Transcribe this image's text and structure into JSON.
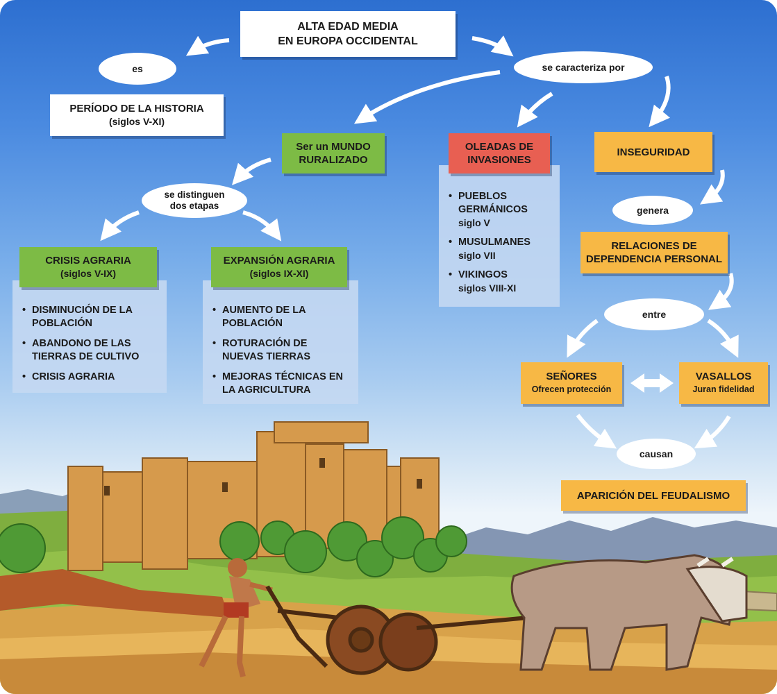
{
  "title": {
    "line1": "ALTA EDAD MEDIA",
    "line2": "EN EUROPA OCCIDENTAL"
  },
  "connectors": {
    "es": "es",
    "se_caracteriza": "se caracteriza por",
    "se_distinguen_1": "se distinguen",
    "se_distinguen_2": "dos etapas",
    "genera": "genera",
    "entre": "entre",
    "causan": "causan"
  },
  "periodo": {
    "line1": "PERÍODO DE LA HISTORIA",
    "line2": "(siglos V-XI)"
  },
  "mundo": {
    "line1": "Ser un MUNDO",
    "line2": "RURALIZADO"
  },
  "oleadas": {
    "line1": "OLEADAS DE",
    "line2": "INVASIONES"
  },
  "inseguridad": {
    "label": "INSEGURIDAD"
  },
  "crisis": {
    "line1": "CRISIS AGRARIA",
    "line2": "(siglos V-IX)",
    "items": [
      "DISMINUCIÓN DE LA POBLACIÓN",
      "ABANDONO DE LAS TIERRAS DE CULTIVO",
      "CRISIS AGRARIA"
    ]
  },
  "expansion": {
    "line1": "EXPANSIÓN AGRARIA",
    "line2": "(siglos IX-XI)",
    "items": [
      "AUMENTO DE LA POBLACIÓN",
      "ROTURACIÓN DE NUEVAS TIERRAS",
      "MEJORAS TÉCNICAS EN LA AGRICULTURA"
    ]
  },
  "invasiones": [
    {
      "name1": "PUEBLOS",
      "name2": "GERMÁNICOS",
      "period": "siglo V"
    },
    {
      "name1": "MUSULMANES",
      "name2": "",
      "period": "siglo VII"
    },
    {
      "name1": "VIKINGOS",
      "name2": "",
      "period": "siglos VIII-XI"
    }
  ],
  "relaciones": {
    "line1": "RELACIONES DE",
    "line2": "DEPENDENCIA PERSONAL"
  },
  "senores": {
    "title": "SEÑORES",
    "sub": "Ofrecen protección"
  },
  "vasallos": {
    "title": "VASALLOS",
    "sub": "Juran fidelidad"
  },
  "feudalismo": {
    "label": "APARICIÓN DEL FEUDALISMO"
  },
  "colors": {
    "green": "#7dbb45",
    "red": "#e85f52",
    "orange": "#f7b845",
    "panel": "#c4d8f2",
    "sky": "#2d6fd0"
  }
}
